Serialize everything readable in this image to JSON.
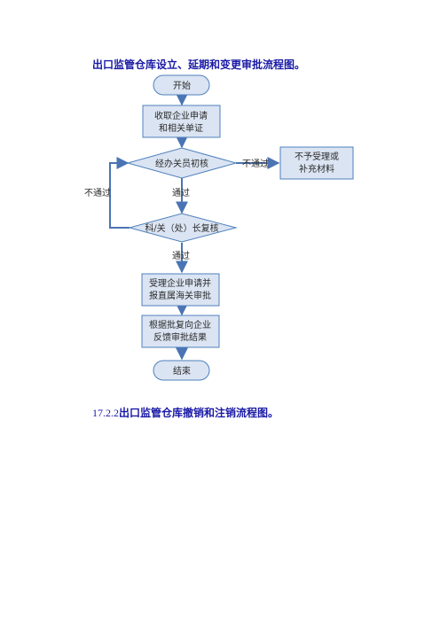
{
  "heading": "出口监管仓库设立、延期和变更审批流程图。",
  "subheading": {
    "number": "17.2.2",
    "text": "出口监管仓库撤销和注销流程图。"
  },
  "flow": {
    "start": "开始",
    "step1": [
      "收取企业申请",
      "和相关单证"
    ],
    "check1": "经办关员初核",
    "reject_box": [
      "不予受理或",
      "补充材料"
    ],
    "check2": "科/关（处）长复核",
    "step2": [
      "受理企业申请并",
      "报直属海关审批"
    ],
    "step3": [
      "根据批复向企业",
      "反馈审批结果"
    ],
    "end": "结束",
    "edge_pass_1": "通过",
    "edge_pass_2": "通过",
    "edge_fail_right": "不通过",
    "edge_fail_left": "不通过"
  },
  "colors": {
    "box_fill": "#dbe4f2",
    "box_stroke": "#4f81bd",
    "arrow": "#4a74b4",
    "heading": "#1a1aa6"
  }
}
